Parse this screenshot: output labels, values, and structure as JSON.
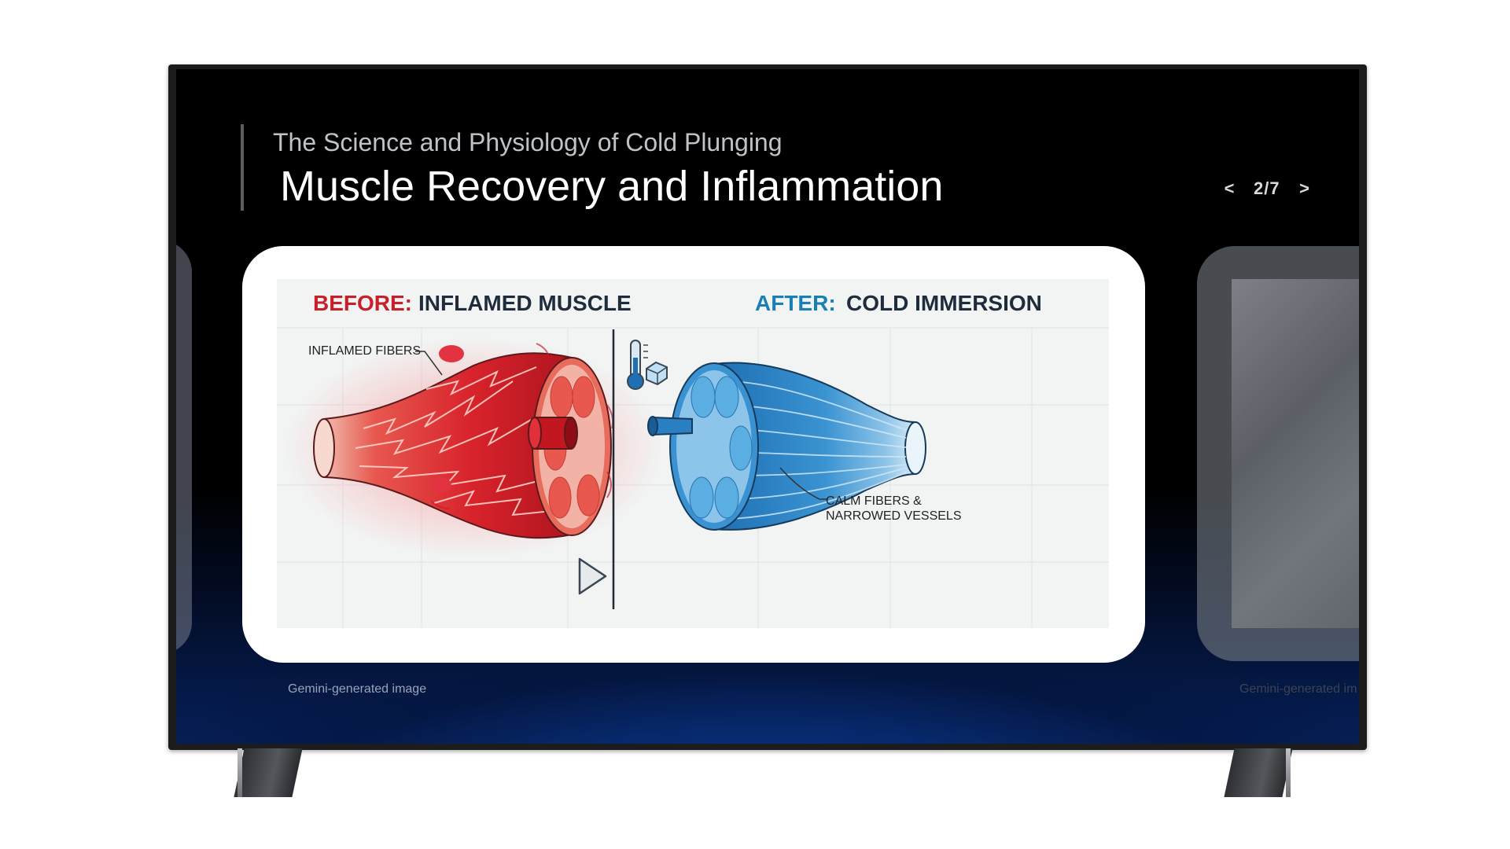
{
  "slide": {
    "subtitle": "The Science and Physiology of Cold Plunging",
    "title": "Muscle Recovery and Inflammation"
  },
  "pager": {
    "prev_label": "<",
    "count": "2/7",
    "next_label": ">"
  },
  "illustration": {
    "before_prefix": "BEFORE:",
    "before_text": "INFLAMED MUSCLE",
    "after_prefix": "AFTER:",
    "after_text": "COLD IMMERSION",
    "callout_inflamed": "INFLAMED FIBERS",
    "callout_calm_line1": "CALM FIBERS &",
    "callout_calm_line2": "NARROWED VESSELS",
    "icons": [
      "thermometer-icon",
      "ice-cube-icon",
      "arrow-right-icon"
    ]
  },
  "caption": "Gemini-generated image",
  "next_caption": "Gemini-generated im",
  "colors": {
    "before_red": "#c8202a",
    "after_blue": "#1a7fb4",
    "heading_dark": "#1e2c3c"
  }
}
